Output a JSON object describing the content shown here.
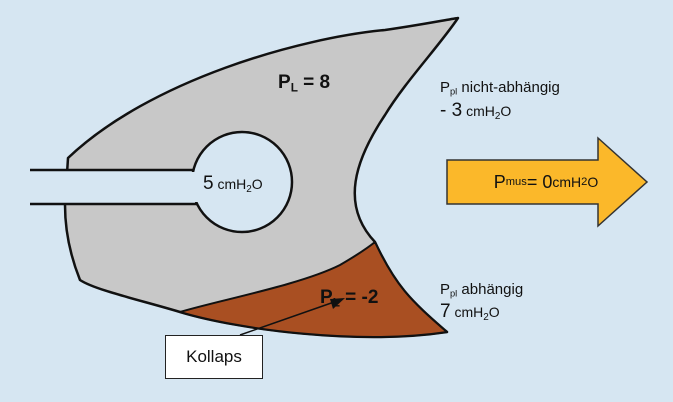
{
  "colors": {
    "background": "#d6e6f2",
    "lung": "#c8c8c8",
    "collapse_region": "#a94f22",
    "arrow_fill": "#fbb82a",
    "outline": "#111111"
  },
  "lung": {
    "pl_top": {
      "main": "P",
      "sub": "L",
      "rest": " = 8"
    },
    "pl_bottom": {
      "main": "P",
      "sub": "L",
      "rest": " = -2"
    },
    "center_pressure": {
      "value": "5",
      "unit_pre": " cmH",
      "unit_sub": "2",
      "unit_post": "O"
    }
  },
  "ppl_nondependent": {
    "main": "P",
    "sub": "pl",
    "desc": " nicht-abhängig",
    "value": "- 3",
    "unit_pre": " cmH",
    "unit_sub": "2",
    "unit_post": "O"
  },
  "ppl_dependent": {
    "main": "P",
    "sub": "pl",
    "desc": " abhängig",
    "value": "7",
    "unit_pre": " cmH",
    "unit_sub": "2",
    "unit_post": "O"
  },
  "pmus": {
    "main": "P",
    "sub": "mus",
    "rest": " = 0",
    "unit_pre": " cmH",
    "unit_sub": "2",
    "unit_post": "O"
  },
  "kollaps": "Kollaps"
}
